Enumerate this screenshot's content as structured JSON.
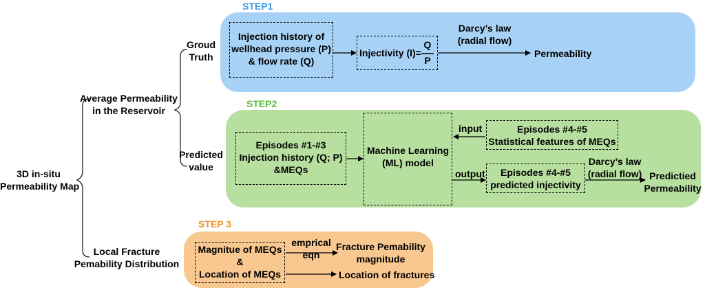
{
  "root": {
    "line1": "3D in-situ",
    "line2": "Permeability Map"
  },
  "avg": {
    "line1": "Average Permeability",
    "line2": "in the Reservoir"
  },
  "local": {
    "line1": "Local Fracture",
    "line2": "Pemability Distribution"
  },
  "ground_truth": {
    "line1": "Groud",
    "line2": "Truth"
  },
  "predicted_value": {
    "line1": "Predicted",
    "line2": "value"
  },
  "step1": {
    "title": "STEP1",
    "color": "#a8d2f5",
    "title_color": "#3f9be6",
    "injection": {
      "line1": "Injection history of",
      "line2": "wellhead pressure (P)",
      "line3": "& flow rate (Q)"
    },
    "injectivity": "Injectivity (I)=",
    "numerator": "Q",
    "denominator": "P",
    "darcy": {
      "line1": "Darcy’s law",
      "line2": "(radial flow)"
    },
    "permeability": "Permeability"
  },
  "step2": {
    "title": "STEP2",
    "color": "#b7e0a0",
    "title_color": "#5cb83a",
    "episodes13": {
      "line1": "Episodes #1-#3",
      "line2": "Injection history (Q; P)",
      "line3": "&MEQs"
    },
    "ml": {
      "line1": "Machine Learning",
      "line2": "(ML) model"
    },
    "input": "input",
    "output": "output",
    "episodes45_stat": {
      "line1": "Episodes #4-#5",
      "line2": "Statistical features of MEQs"
    },
    "episodes45_pred": {
      "line1": "Episodes #4-#5",
      "line2": "predicted injectivity"
    },
    "darcy": {
      "line1": "Darcy’s law",
      "line2": "(radial flow)"
    },
    "predicted_perm": {
      "line1": "Predictied",
      "line2": "Permeability"
    }
  },
  "step3": {
    "title": "STEP 3",
    "color": "#f9c891",
    "title_color": "#f0922e",
    "meqs": {
      "line1": "Magnitue of MEQs",
      "line2": "&",
      "line3": "Location of MEQs"
    },
    "emprical": {
      "line1": "emprical",
      "line2": "eqn"
    },
    "fracture_perm": {
      "line1": "Fracture Pemability",
      "line2": "magnitude"
    },
    "fracture_loc": "Location of fractures"
  }
}
